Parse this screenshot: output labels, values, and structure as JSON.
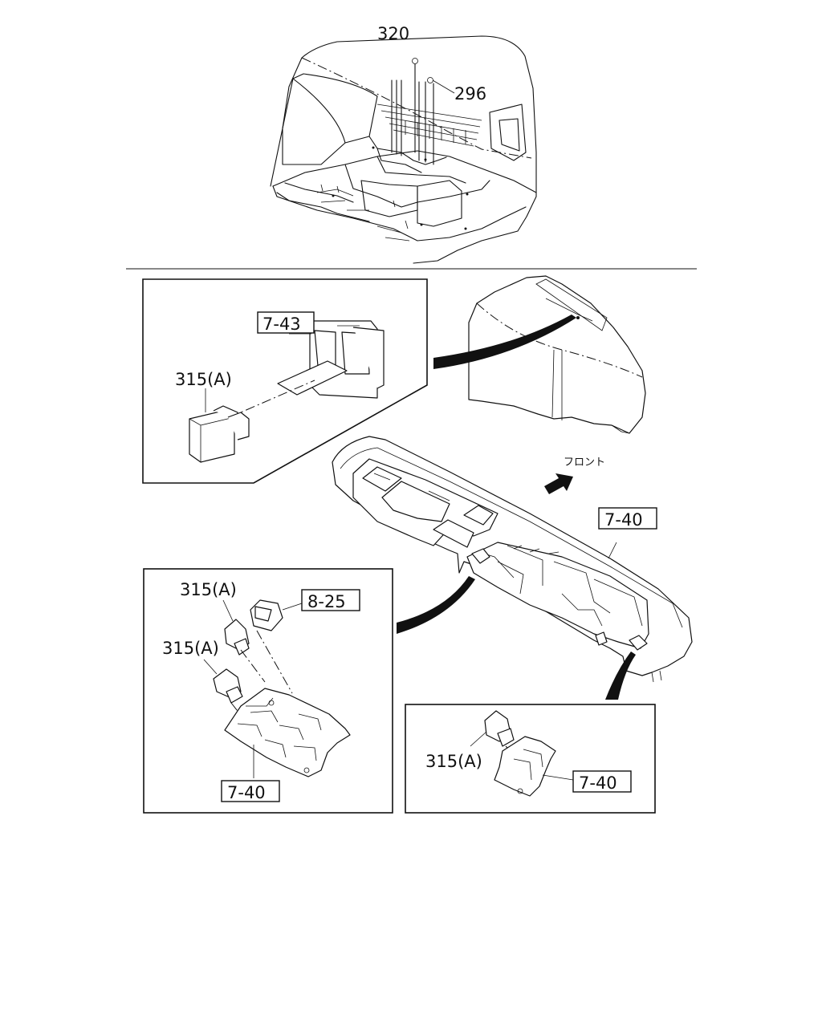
{
  "top_view": {
    "callout_a": "320",
    "callout_b": "296"
  },
  "detail_upper_left": {
    "ref": "7-43",
    "part": "315(A)"
  },
  "front_label": "フロント",
  "main_ref": "7-40",
  "detail_lower_left": {
    "part_upper": "315(A)",
    "part_lower": "315(A)",
    "ref_switch": "8-25",
    "ref_panel": "7-40"
  },
  "detail_lower_right": {
    "part": "315(A)",
    "ref": "7-40"
  }
}
